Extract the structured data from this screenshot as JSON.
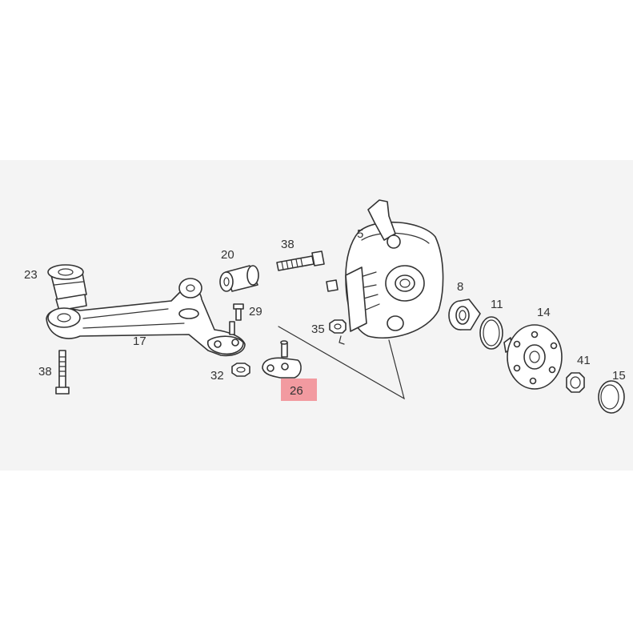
{
  "callouts": {
    "p5": "5",
    "p8": "8",
    "p11": "11",
    "p14": "14",
    "p15": "15",
    "p17": "17",
    "p20": "20",
    "p23": "23",
    "p26": "26",
    "p29": "29",
    "p32": "32",
    "p35": "35",
    "p38_top": "38",
    "p38_left": "38",
    "p41": "41"
  },
  "highlight": {
    "part": "26",
    "color": "#f29aa0"
  }
}
